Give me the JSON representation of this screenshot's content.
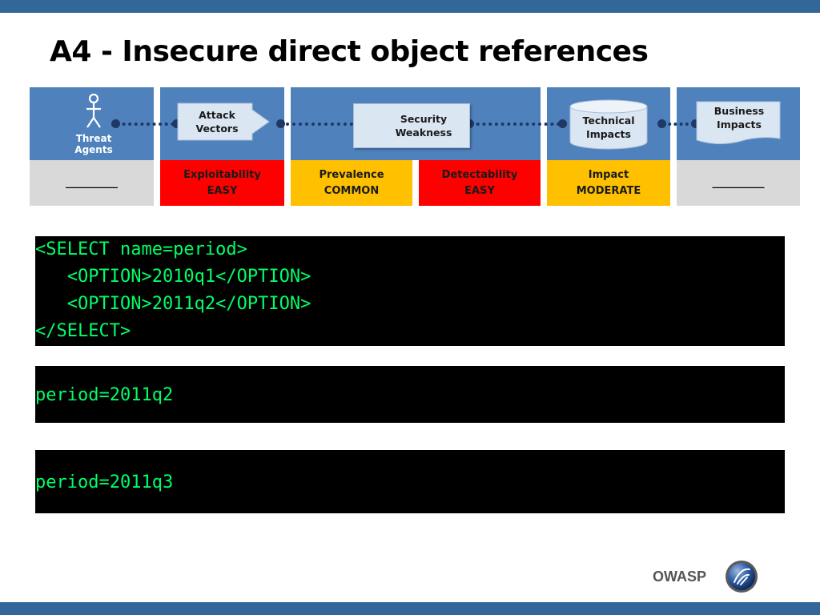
{
  "slide": {
    "title": "A4 - Insecure direct object references",
    "brand": "OWASP"
  },
  "risk_diagram": {
    "threat_agents": "Threat Agents",
    "stages": [
      {
        "lines": [
          "Attack",
          "Vectors"
        ]
      },
      {
        "lines": [
          "Security",
          "Weakness"
        ]
      },
      {
        "lines": [
          "Technical",
          "Impacts"
        ]
      },
      {
        "lines": [
          "Business",
          "Impacts"
        ]
      }
    ],
    "ratings": [
      {
        "lines": [
          "__________"
        ],
        "color": "#d9d9d9"
      },
      {
        "lines": [
          "Exploitability",
          "EASY"
        ],
        "color": "#ff0000"
      },
      {
        "lines": [
          "Prevalence",
          "COMMON"
        ],
        "color": "#ffc000"
      },
      {
        "lines": [
          "Detectability",
          "EASY"
        ],
        "color": "#ff0000"
      },
      {
        "lines": [
          "Impact",
          "MODERATE"
        ],
        "color": "#ffc000"
      },
      {
        "lines": [
          "__________"
        ],
        "color": "#d9d9d9"
      }
    ]
  },
  "code_blocks": [
    {
      "lines": [
        "<SELECT name=period>",
        "   <OPTION>2010q1</OPTION>",
        "   <OPTION>2011q2</OPTION>",
        "</SELECT>"
      ]
    },
    {
      "lines": [
        "period=2011q2"
      ]
    },
    {
      "lines": [
        "period=2011q3"
      ]
    }
  ],
  "colors": {
    "bar": "#336699",
    "stage_bg": "#4f81bd",
    "code_bg": "#000000",
    "code_text": "#00ff66"
  }
}
